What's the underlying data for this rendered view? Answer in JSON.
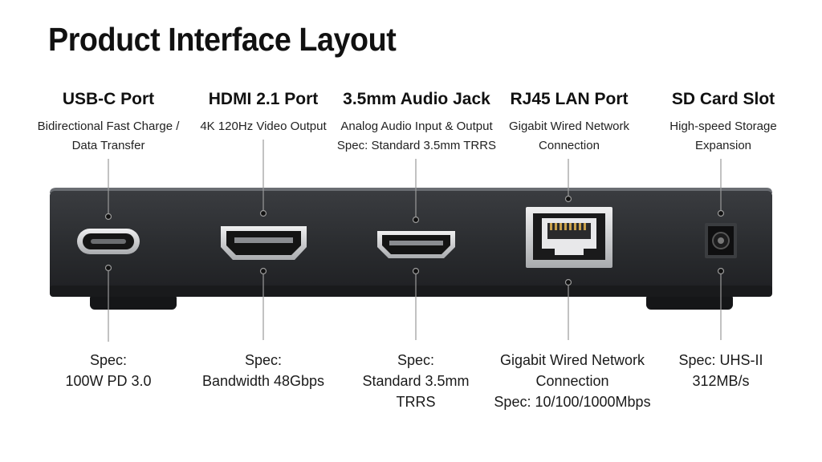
{
  "title": "Product Interface Layout",
  "ports": [
    {
      "id": "usb-c",
      "name": "USB-C Port",
      "description": [
        "Bidirectional Fast Charge /",
        "Data Transfer"
      ],
      "spec": [
        "Spec:",
        "100W PD 3.0"
      ]
    },
    {
      "id": "hdmi",
      "name": "HDMI 2.1 Port",
      "description": [
        "4K 120Hz Video Output"
      ],
      "spec": [
        "Spec:",
        "Bandwidth 48Gbps"
      ]
    },
    {
      "id": "audio",
      "name": "3.5mm Audio Jack",
      "description": [
        "Analog Audio Input & Output",
        "Spec: Standard 3.5mm TRRS"
      ],
      "spec": [
        "Spec:",
        "Standard 3.5mm",
        "TRRS"
      ]
    },
    {
      "id": "rj45",
      "name": "RJ45 LAN Port",
      "description": [
        "Gigabit Wired Network",
        "Connection"
      ],
      "spec": [
        "Gigabit Wired Network",
        "Connection",
        "Spec: 10/100/1000Mbps"
      ]
    },
    {
      "id": "sd-card",
      "name": "SD Card Slot",
      "description": [
        "High-speed Storage",
        "Expansion"
      ],
      "spec": [
        "Spec: UHS-II",
        "312MB/s"
      ]
    }
  ],
  "colors": {
    "device_body": "#2b2d30",
    "device_top": "#6a6d72",
    "port_metal": "#d9dadc",
    "callout_line": "#9a9a9a"
  }
}
